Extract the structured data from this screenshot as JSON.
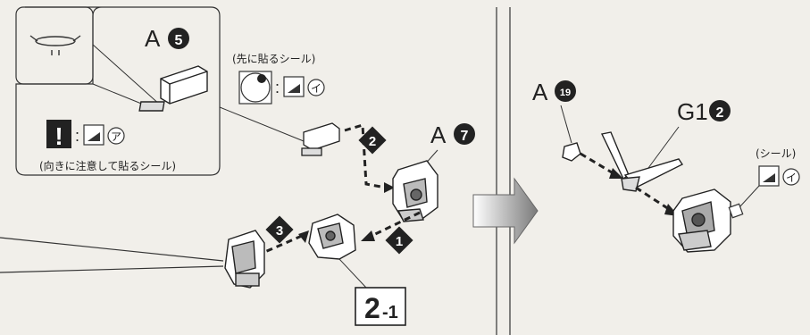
{
  "left_panel": {
    "part_a5": {
      "letter": "A",
      "num": "5"
    },
    "part_a7": {
      "letter": "A",
      "num": "7"
    },
    "first_sticker_note": "(先に貼るシール)",
    "sticker_i_mark": "イ",
    "sticker_a_mark": "ア",
    "warning_mark": "!",
    "orientation_note": "(向きに注意して貼るシール)",
    "steps": [
      "1",
      "2",
      "3"
    ],
    "step_box": {
      "main": "2",
      "sub": "-1"
    }
  },
  "right_panel": {
    "part_a19": {
      "letter": "A",
      "num": "19"
    },
    "part_g1_2": {
      "letter": "G1",
      "num": "2"
    },
    "sticker_note": "(シール)",
    "sticker_i_mark": "イ"
  },
  "colors": {
    "background": "#f1efea",
    "ink": "#222222",
    "arrow_gray": "#8c8c8c"
  }
}
